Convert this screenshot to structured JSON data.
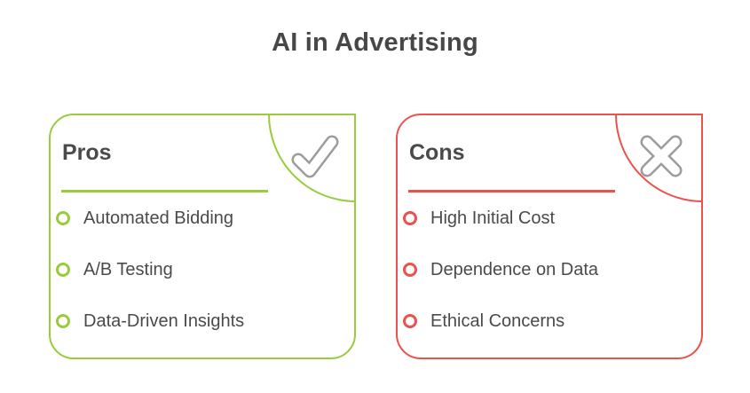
{
  "title": "AI in Advertising",
  "colors": {
    "pros_accent": "#9ACB3D",
    "cons_accent": "#EA534C",
    "icon_gray": "#9C9C9C",
    "text_dark": "#4A4A4A"
  },
  "pros_card": {
    "heading": "Pros",
    "icon": "checkmark-icon",
    "items": [
      "Automated Bidding",
      "A/B Testing",
      "Data-Driven Insights"
    ]
  },
  "cons_card": {
    "heading": "Cons",
    "icon": "x-icon",
    "items": [
      "High Initial Cost",
      "Dependence on Data",
      "Ethical Concerns"
    ]
  }
}
